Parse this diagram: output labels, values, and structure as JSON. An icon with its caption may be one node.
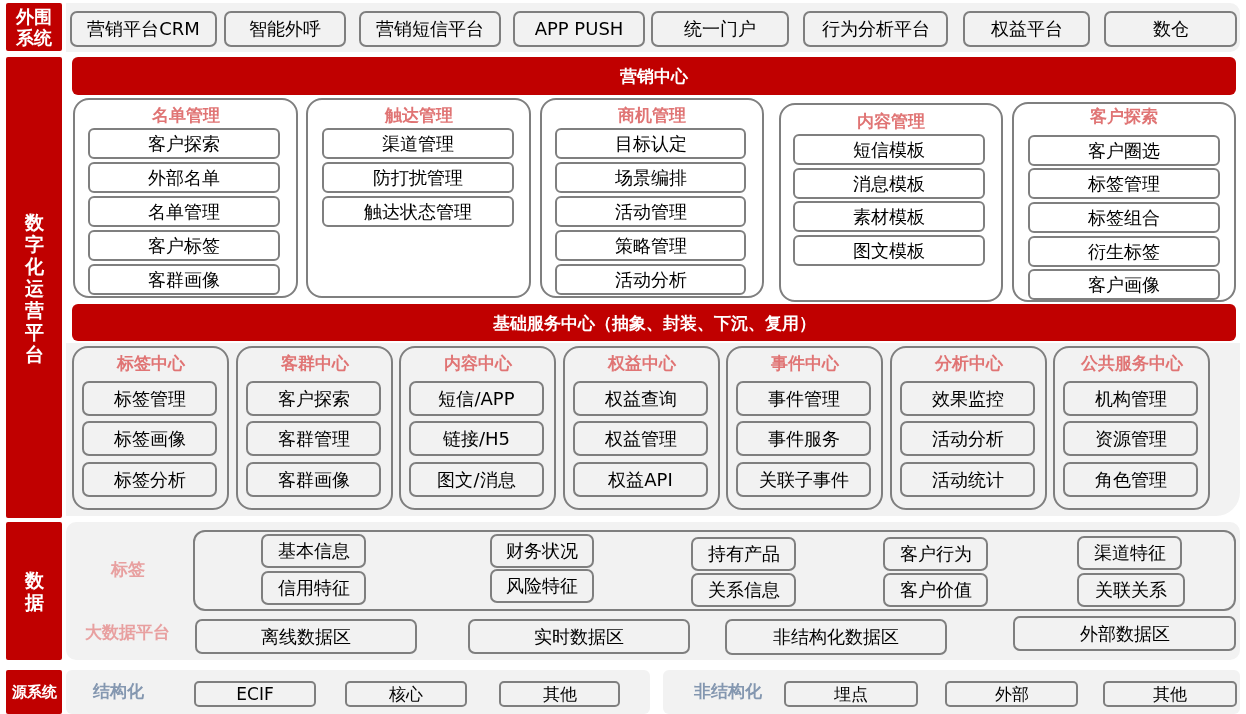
{
  "diagram": {
    "nodes": [
      {
        "text": [
          "外围系统"
        ]
      },
      {
        "text": [
          "营销平台CRM"
        ]
      },
      {
        "text": [
          "智能外呼"
        ]
      },
      {
        "text": [
          "营销短信平台"
        ]
      },
      {
        "text": [
          "APP PUSH"
        ]
      },
      {
        "text": [
          "统一门户"
        ]
      },
      {
        "text": [
          "行为分析平台"
        ]
      },
      {
        "text": [
          "权益平台"
        ]
      },
      {
        "text": [
          "数仓"
        ]
      },
      {
        "text": [
          "数字化运营平台"
        ]
      },
      {
        "text": [
          "营销中心"
        ]
      },
      {
        "text": [
          "名单管理"
        ]
      },
      {
        "text": [
          "客户探索"
        ],
        "in": 11
      },
      {
        "text": [
          "外部名单"
        ],
        "in": 11
      },
      {
        "text": [
          "名单管理"
        ],
        "in": 11
      },
      {
        "text": [
          "客户标签"
        ],
        "in": 11
      },
      {
        "text": [
          "客群画像"
        ],
        "in": 11
      },
      {
        "text": [
          "触达管理"
        ]
      },
      {
        "text": [
          "渠道管理"
        ],
        "in": 17
      },
      {
        "text": [
          "防打扰管理"
        ],
        "in": 17
      },
      {
        "text": [
          "触达状态管理"
        ],
        "in": 17
      },
      {
        "text": [
          "商机管理"
        ]
      },
      {
        "text": [
          "目标认定"
        ],
        "in": 21
      },
      {
        "text": [
          "场景编排"
        ],
        "in": 21
      },
      {
        "text": [
          "活动管理"
        ],
        "in": 21
      },
      {
        "text": [
          "策略管理"
        ],
        "in": 21
      },
      {
        "text": [
          "活动分析"
        ],
        "in": 21
      },
      {
        "text": [
          "内容管理"
        ]
      },
      {
        "text": [
          "短信模板"
        ],
        "in": 27
      },
      {
        "text": [
          "消息模板"
        ],
        "in": 27
      },
      {
        "text": [
          "素材模板"
        ],
        "in": 27
      },
      {
        "text": [
          "图文模板"
        ],
        "in": 27
      },
      {
        "text": [
          "客户探索"
        ]
      },
      {
        "text": [
          "客户圈选"
        ],
        "in": 32
      },
      {
        "text": [
          "标签管理"
        ],
        "in": 32
      },
      {
        "text": [
          "标签组合"
        ],
        "in": 32
      },
      {
        "text": [
          "衍生标签"
        ],
        "in": 32
      },
      {
        "text": [
          "客户画像"
        ],
        "in": 32
      },
      {
        "text": [
          "基础服务中心（抽象、封装、下沉、复用）"
        ]
      },
      {
        "text": [
          "标签中心"
        ]
      },
      {
        "text": [
          "标签管理"
        ],
        "in": 39
      },
      {
        "text": [
          "标签画像"
        ],
        "in": 39
      },
      {
        "text": [
          "标签分析"
        ],
        "in": 39
      },
      {
        "text": [
          "客群中心"
        ]
      },
      {
        "text": [
          "客户探索"
        ],
        "in": 43
      },
      {
        "text": [
          "客群管理"
        ],
        "in": 43
      },
      {
        "text": [
          "客群画像"
        ],
        "in": 43
      },
      {
        "text": [
          "内容中心"
        ]
      },
      {
        "text": [
          "短信/APP"
        ],
        "in": 47
      },
      {
        "text": [
          "链接/H5"
        ],
        "in": 47
      },
      {
        "text": [
          "图文/消息"
        ],
        "in": 47
      },
      {
        "text": [
          "权益中心"
        ]
      },
      {
        "text": [
          "权益查询"
        ],
        "in": 51
      },
      {
        "text": [
          "权益管理"
        ],
        "in": 51
      },
      {
        "text": [
          "权益API"
        ],
        "in": 51
      },
      {
        "text": [
          "事件中心"
        ]
      },
      {
        "text": [
          "事件管理"
        ],
        "in": 55
      },
      {
        "text": [
          "事件服务"
        ],
        "in": 55
      },
      {
        "text": [
          "关联子事件"
        ],
        "in": 55
      },
      {
        "text": [
          "分析中心"
        ]
      },
      {
        "text": [
          "效果监控"
        ],
        "in": 59
      },
      {
        "text": [
          "活动分析"
        ],
        "in": 59
      },
      {
        "text": [
          "活动统计"
        ],
        "in": 59
      },
      {
        "text": [
          "公共服务中心"
        ]
      },
      {
        "text": [
          "机构管理"
        ],
        "in": 63
      },
      {
        "text": [
          "资源管理"
        ],
        "in": 63
      },
      {
        "text": [
          "角色管理"
        ],
        "in": 63
      },
      {
        "text": [
          "数据"
        ]
      },
      {
        "text": [
          "标签",
          "大数据平台"
        ]
      },
      {
        "text": [],
        "shape": "box",
        "in": 68
      },
      {
        "text": [
          "基本信息"
        ],
        "in": 69
      },
      {
        "text": [
          "财务状况"
        ],
        "in": 69
      },
      {
        "text": [
          "持有产品"
        ],
        "in": 69
      },
      {
        "text": [
          "客户行为"
        ],
        "in": 69
      },
      {
        "text": [
          "渠道特征"
        ],
        "in": 69
      },
      {
        "text": [
          "信用特征"
        ],
        "in": 69
      },
      {
        "text": [
          "风险特征"
        ],
        "in": 69
      },
      {
        "text": [
          "关系信息"
        ],
        "in": 69
      },
      {
        "text": [
          "客户价值"
        ],
        "in": 69
      },
      {
        "text": [
          "关联关系"
        ],
        "in": 69
      },
      {
        "text": [
          "离线数据区"
        ],
        "in": 68
      },
      {
        "text": [
          "实时数据区"
        ],
        "in": 68
      },
      {
        "text": [
          "非结构化数据区"
        ],
        "in": 68
      },
      {
        "text": [
          "外部数据区"
        ],
        "in": 68
      },
      {
        "text": [
          "源系统"
        ]
      },
      {
        "text": [
          "结构化"
        ]
      },
      {
        "text": [
          "ECIF"
        ],
        "in": 85
      },
      {
        "text": [
          "核心"
        ],
        "in": 85
      },
      {
        "text": [
          "其他"
        ],
        "in": 85
      },
      {
        "text": [
          "非结构化"
        ]
      },
      {
        "text": [
          "埋点"
        ],
        "in": 89
      },
      {
        "text": [
          "外部"
        ],
        "in": 89
      },
      {
        "text": [
          "其他"
        ],
        "in": 89
      }
    ]
  }
}
